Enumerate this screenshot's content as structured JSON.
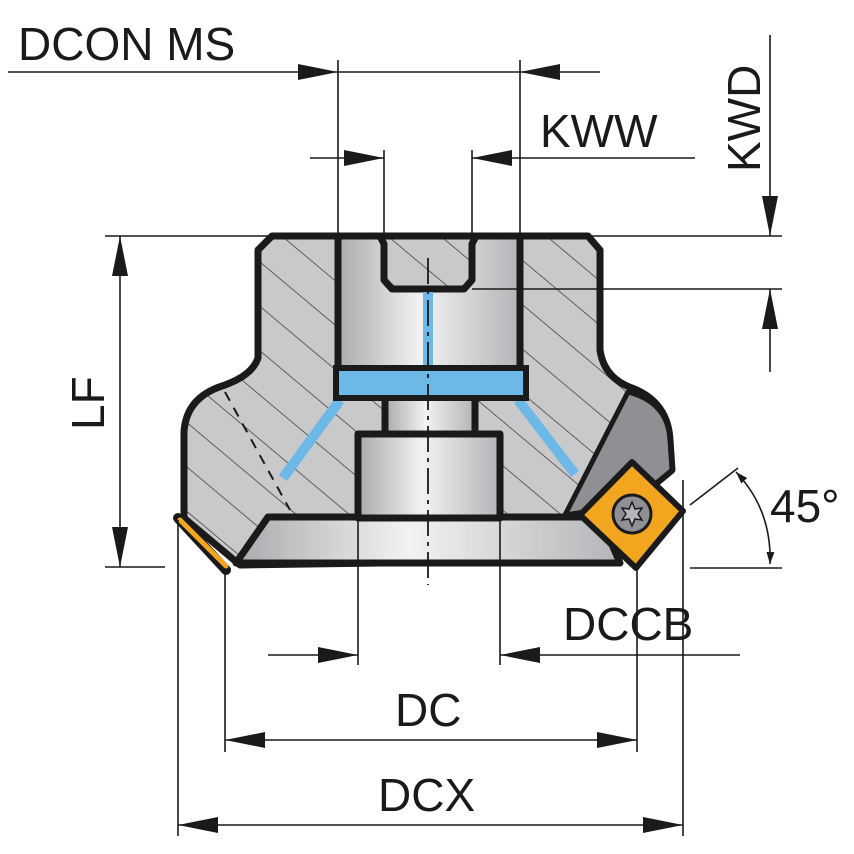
{
  "title": "Face milling cutter dimension drawing",
  "labels": {
    "dcon_ms": "DCON MS",
    "kww": "KWW",
    "kwd": "KWD",
    "lf": "LF",
    "angle": "45°",
    "dccb": "DCCB",
    "dc": "DC",
    "dcx": "DCX"
  },
  "colors": {
    "body": "#c9c9cb",
    "coolant": "#6cb8e6",
    "insert": "#f2a51f",
    "pocket": "#8f9093",
    "outline": "#1a1a1a"
  }
}
